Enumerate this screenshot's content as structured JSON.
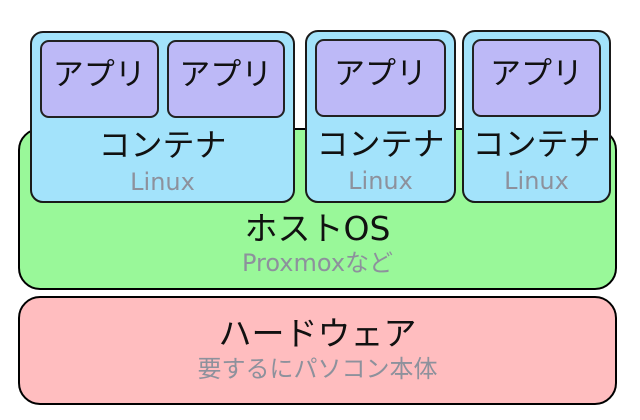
{
  "diagram": {
    "containers": [
      {
        "label": "コンテナ",
        "sublabel": "Linux",
        "apps": [
          "アプリ",
          "アプリ"
        ]
      },
      {
        "label": "コンテナ",
        "sublabel": "Linux",
        "apps": [
          "アプリ"
        ]
      },
      {
        "label": "コンテナ",
        "sublabel": "Linux",
        "apps": [
          "アプリ"
        ]
      }
    ],
    "host_os": {
      "label": "ホストOS",
      "sublabel": "Proxmoxなど"
    },
    "hardware": {
      "label": "ハードウェア",
      "sublabel": "要するにパソコン本体"
    }
  },
  "colors": {
    "app_box": "#bdb9f7",
    "container_box": "#a3e3fb",
    "host_os_box": "#99f899",
    "hardware_box": "#ffbdbf",
    "subtitle_gray": "#8d919c",
    "border": "#000000",
    "background": "#ffffff"
  }
}
